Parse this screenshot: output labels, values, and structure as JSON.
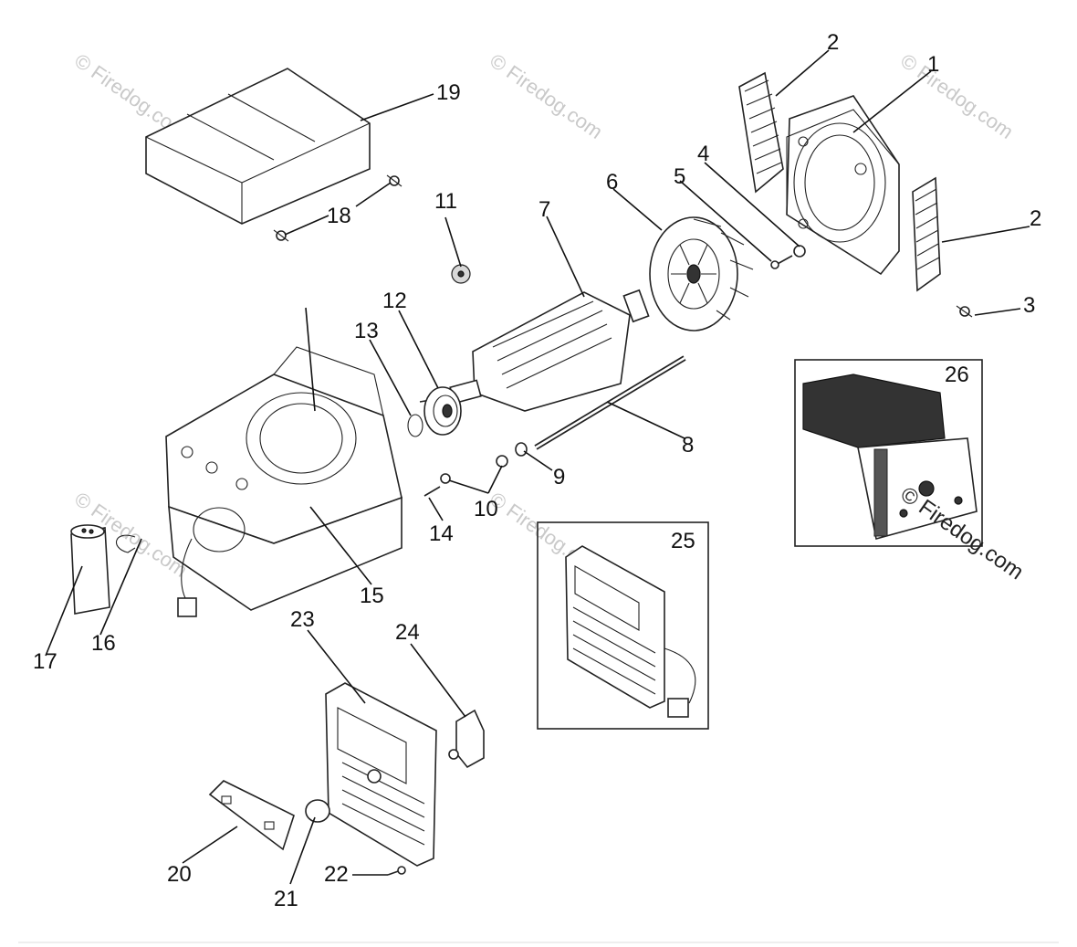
{
  "diagram": {
    "part_numbers": [
      "1",
      "2",
      "2",
      "3",
      "4",
      "5",
      "6",
      "7",
      "8",
      "9",
      "10",
      "11",
      "12",
      "13",
      "14",
      "15",
      "16",
      "17",
      "18",
      "19",
      "20",
      "21",
      "22",
      "23",
      "24",
      "25",
      "26"
    ],
    "watermark": "© Firedog.com"
  }
}
